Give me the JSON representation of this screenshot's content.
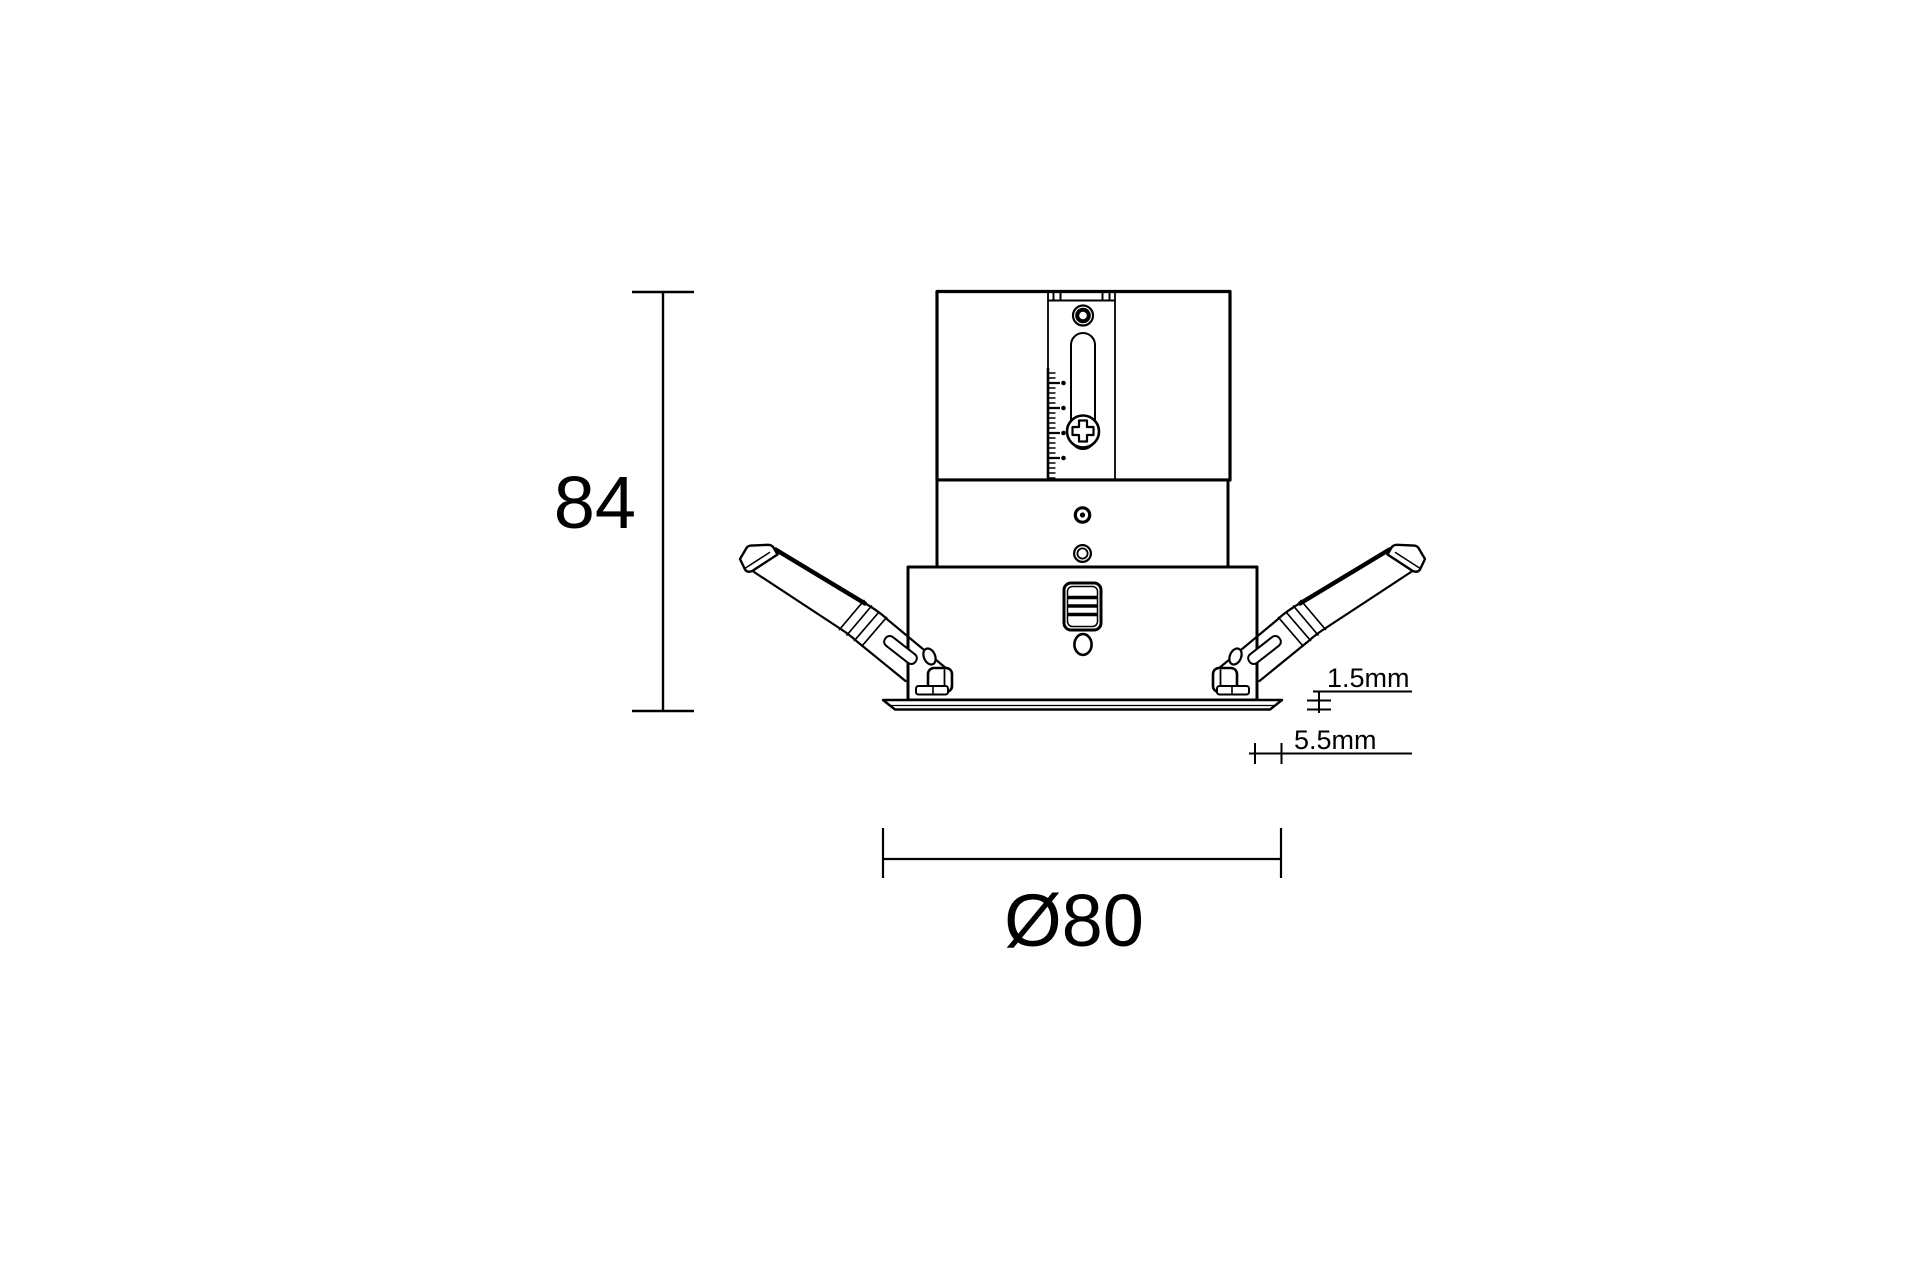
{
  "colors": {
    "ink": "#000000",
    "background": "#ffffff"
  },
  "drawing": {
    "dimensions": {
      "height": {
        "label": "84"
      },
      "diameter": {
        "label": "Ø80"
      },
      "flange_thickness": {
        "label": "1.5mm"
      },
      "flange_lip": {
        "label": "5.5mm"
      }
    }
  }
}
